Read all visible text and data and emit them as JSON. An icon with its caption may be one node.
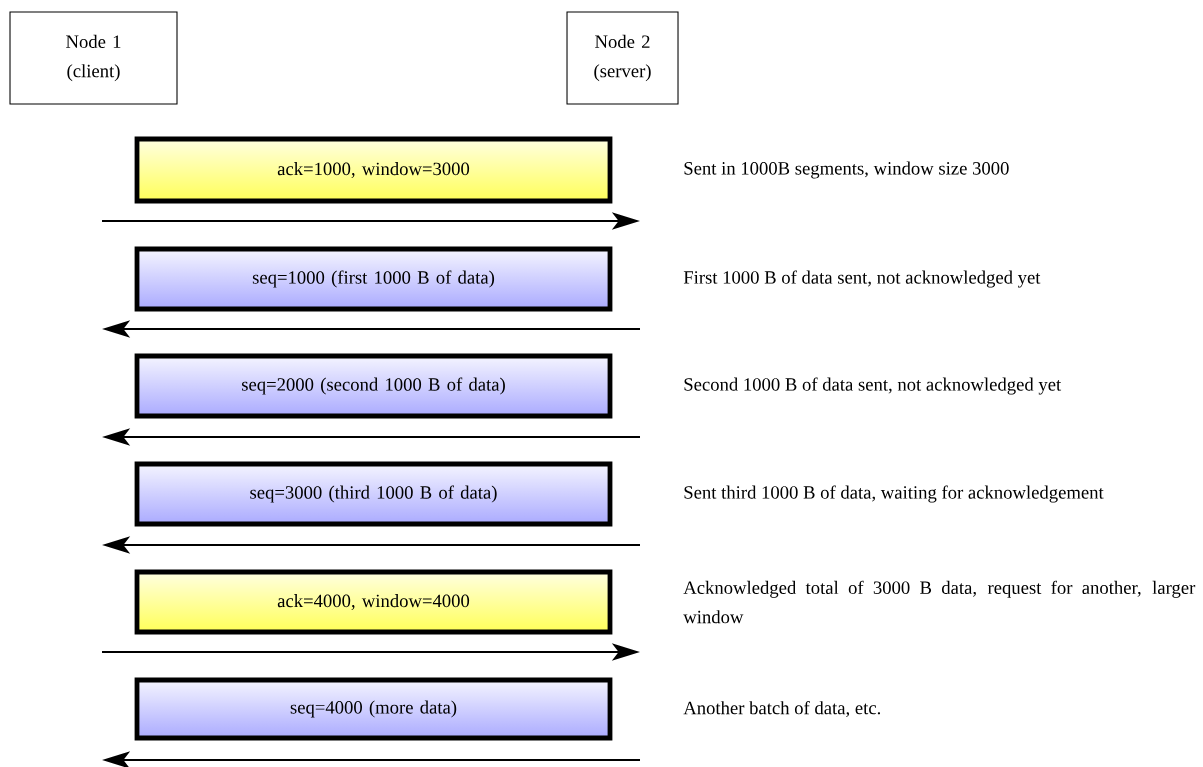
{
  "diagram": {
    "nodes": [
      {
        "text": [
          "Node 1 (client)"
        ]
      },
      {
        "text": [
          "Node 2 (server)"
        ]
      },
      {
        "text": [
          "ack=1000, window=3000"
        ],
        "beside": [
          "Sent in 1000B segments, window size 3000"
        ]
      },
      {
        "text": [
          "seq=1000 (first 1000 B of data)"
        ],
        "beside": [
          "First 1000 B of data sent, not acknowledged yet"
        ]
      },
      {
        "text": [
          "seq=2000 (second 1000 B of data)"
        ],
        "beside": [
          "Second 1000 B of data sent, not acknowledged yet"
        ]
      },
      {
        "text": [
          "seq=3000 (third 1000 B of data)"
        ],
        "beside": [
          "Sent third 1000 B of data, waiting for acknowledgement"
        ]
      },
      {
        "text": [
          "ack=4000, window=4000"
        ],
        "beside": [
          "Acknowledged total of 3000 B data, request for another, larger window"
        ]
      },
      {
        "text": [
          "seq=4000 (more data)"
        ],
        "beside": [
          "Another batch of data, etc."
        ]
      }
    ]
  }
}
